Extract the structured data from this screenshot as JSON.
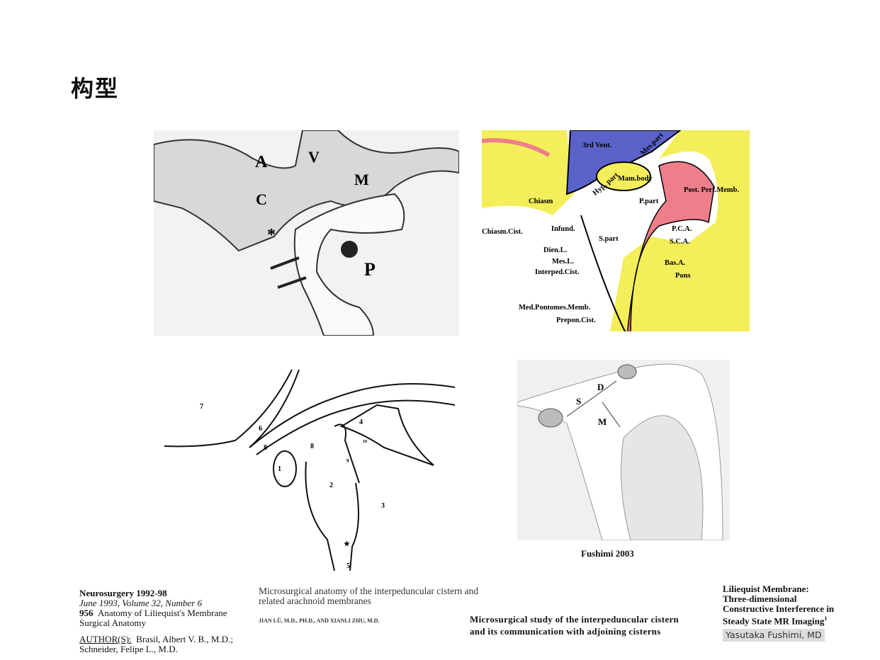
{
  "slide": {
    "title": "构型"
  },
  "fig1": {
    "labels": {
      "a": "A",
      "v": "V",
      "m": "M",
      "c": "C",
      "star": "*",
      "p": "P"
    }
  },
  "fig2": {
    "labels": [
      "3rd Vent.",
      "Mes.part",
      "Hyp. part",
      "Mam.body",
      "Post. Perf.Memb.",
      "Chiasm",
      "P.part",
      "Chiasm.Cist.",
      "Infund.",
      "S.part",
      "P.C.A.",
      "S.C.A.",
      "Dien.L.",
      "Mes.L.",
      "Bas.A.",
      "Interped.Cist.",
      "Pons",
      "Med.Pontomes.Memb.",
      "Prepon.Cist."
    ]
  },
  "fig3": {
    "labels": [
      "7",
      "6",
      "8",
      "4",
      "8",
      "10",
      "9",
      "1",
      "2",
      "3",
      "★",
      "5"
    ]
  },
  "fig4": {
    "labels": {
      "d": "D",
      "s": "S",
      "m": "M"
    },
    "caption": "Fushimi 2003"
  },
  "ref1": {
    "journal": "Neurosurgery 1992-98",
    "issue": "June 1993, Volume 32, Number 6",
    "page": "956",
    "article": "Anatomy of Liliequist's Membrane",
    "article2": "Surgical Anatomy",
    "authors_label": "AUTHOR(S):",
    "authors1": "Brasil, Albert V. B., M.D.;",
    "authors2": "Schneider, Felipe L., M.D."
  },
  "ref2": {
    "title1": "Microsurgical anatomy of the interpeduncular cistern and",
    "title2": "related arachnoid membranes",
    "authors": "JIAN LÜ, M.D., PH.D., AND XIANLI ZHU, M.D."
  },
  "ref3": {
    "title1": "Microsurgical study of the interpeduncular cistern",
    "title2": "and its communication with adjoining cisterns"
  },
  "ref4": {
    "title1": "Liliequist Membrane:",
    "title2": "Three-dimensional",
    "title3": "Constructive Interference in",
    "title4": "Steady State MR Imaging",
    "sup": "1",
    "author": "Yasutaka Fushimi, MD"
  }
}
